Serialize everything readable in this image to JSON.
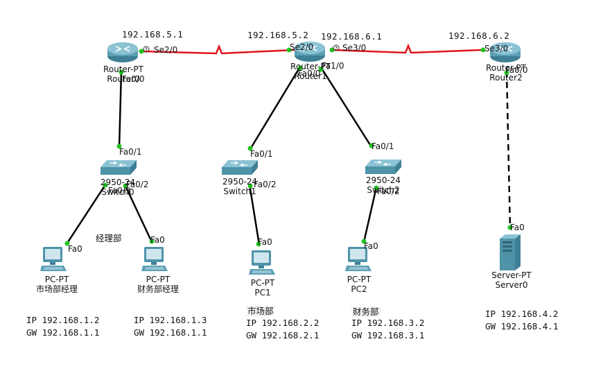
{
  "routers": [
    {
      "name_line1": "Router-PT",
      "name_line2": "Router0",
      "ip_se": "192.168.5.1",
      "port_se": "Se2/0",
      "port_fa": "Fa0/0"
    },
    {
      "name_line1": "Router-PT",
      "name_line2": "Router1",
      "ip_left": "192.168.5.2",
      "ip_right": "192.168.6.1",
      "port_se_left": "Se2/0",
      "port_se_right": "Se3/0",
      "port_fa0": "Fa0/0",
      "port_fa1": "Fa1/0"
    },
    {
      "name_line1": "Router-PT",
      "name_line2": "Router2",
      "ip_se": "192.168.6.2",
      "port_se": "Se3/0",
      "port_fa": "Fa0/0"
    }
  ],
  "switches": [
    {
      "model": "2950-24",
      "name": "Switch0",
      "port_up": "Fa0/1",
      "port_a": "Fa0/2",
      "port_b": "Fa0/3"
    },
    {
      "model": "2950-24",
      "name": "Switch1",
      "port_up": "Fa0/1",
      "port_a": "Fa0/2"
    },
    {
      "model": "2950-24",
      "name": "Switch2",
      "port_up": "Fa0/1",
      "port_a": "Fa0/2"
    }
  ],
  "pcs": [
    {
      "type": "PC-PT",
      "name": "市场部经理",
      "port": "Fa0",
      "ip": "IP 192.168.1.2",
      "gw": "GW 192.168.1.1"
    },
    {
      "type": "PC-PT",
      "name": "财务部经理",
      "port": "Fa0",
      "ip": "IP 192.168.1.3",
      "gw": "GW 192.168.1.1"
    },
    {
      "type": "PC-PT",
      "name": "PC1",
      "port": "Fa0",
      "dept": "市场部",
      "ip": "IP 192.168.2.2",
      "gw": "GW 192.168.2.1"
    },
    {
      "type": "PC-PT",
      "name": "PC2",
      "port": "Fa0",
      "dept": "财务部",
      "ip": "IP 192.168.3.2",
      "gw": "GW 192.168.3.1"
    }
  ],
  "server": {
    "type": "Server-PT",
    "name": "Server0",
    "port": "Fa0",
    "ip": "IP 192.168.4.2",
    "gw": "GW 192.168.4.1"
  },
  "notes": {
    "manager_dept": "经理部"
  },
  "colors": {
    "serial_link": "#e0141a",
    "ethernet_link": "#000000",
    "link_light": "#22c322",
    "device_body": "#5b9fb4"
  }
}
